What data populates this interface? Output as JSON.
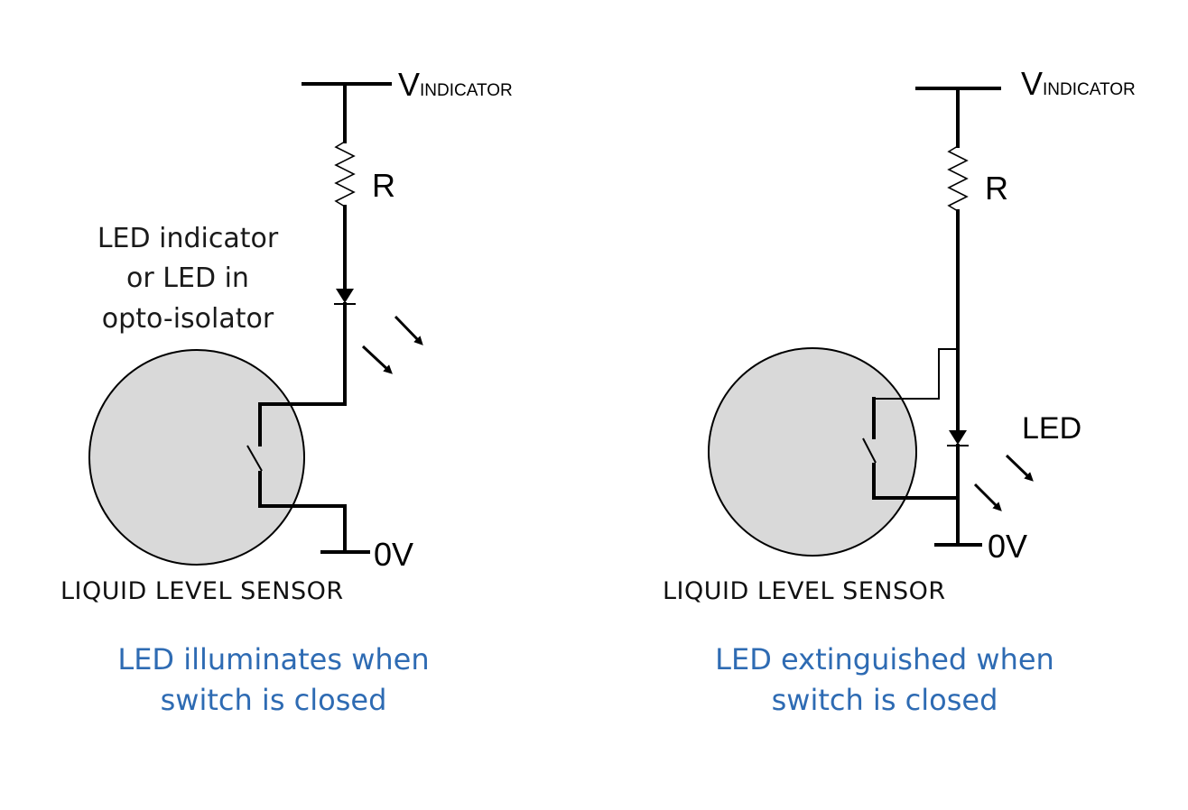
{
  "left_circuit": {
    "supply_label_main": "V",
    "supply_label_sub": "INDICATOR",
    "resistor_label": "R",
    "led_note_lines": [
      "LED indicator",
      "or LED in",
      "opto-isolator"
    ],
    "ground_label": "0V",
    "sensor_title": "LIQUID LEVEL SENSOR",
    "caption_lines": [
      "LED illuminates when",
      "switch is closed"
    ]
  },
  "right_circuit": {
    "supply_label_main": "V",
    "supply_label_sub": "INDICATOR",
    "resistor_label": "R",
    "led_label": "LED",
    "ground_label": "0V",
    "sensor_title": "LIQUID LEVEL SENSOR",
    "caption_lines": [
      "LED extinguished when",
      "switch is closed"
    ]
  },
  "colors": {
    "caption": "#2e6bb3",
    "sensor_fill": "#d9d9d9",
    "wire": "#000000"
  }
}
